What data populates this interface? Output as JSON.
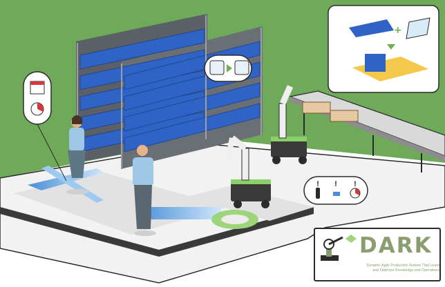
{
  "logo": {
    "name": "DARK",
    "tagline_line1": "Dynamic Agile Production Robots That Learn",
    "tagline_line2": "and Optimize Knowledge and Operations"
  },
  "callouts": {
    "alert_mark": "!"
  },
  "colors": {
    "background": "#6fa95a",
    "floor": "#ececec",
    "shelf_bin": "#2f63c6",
    "robot_accent": "#8cd06a",
    "logo_text": "#8a9d6e",
    "arrow": "#79b7e6"
  }
}
